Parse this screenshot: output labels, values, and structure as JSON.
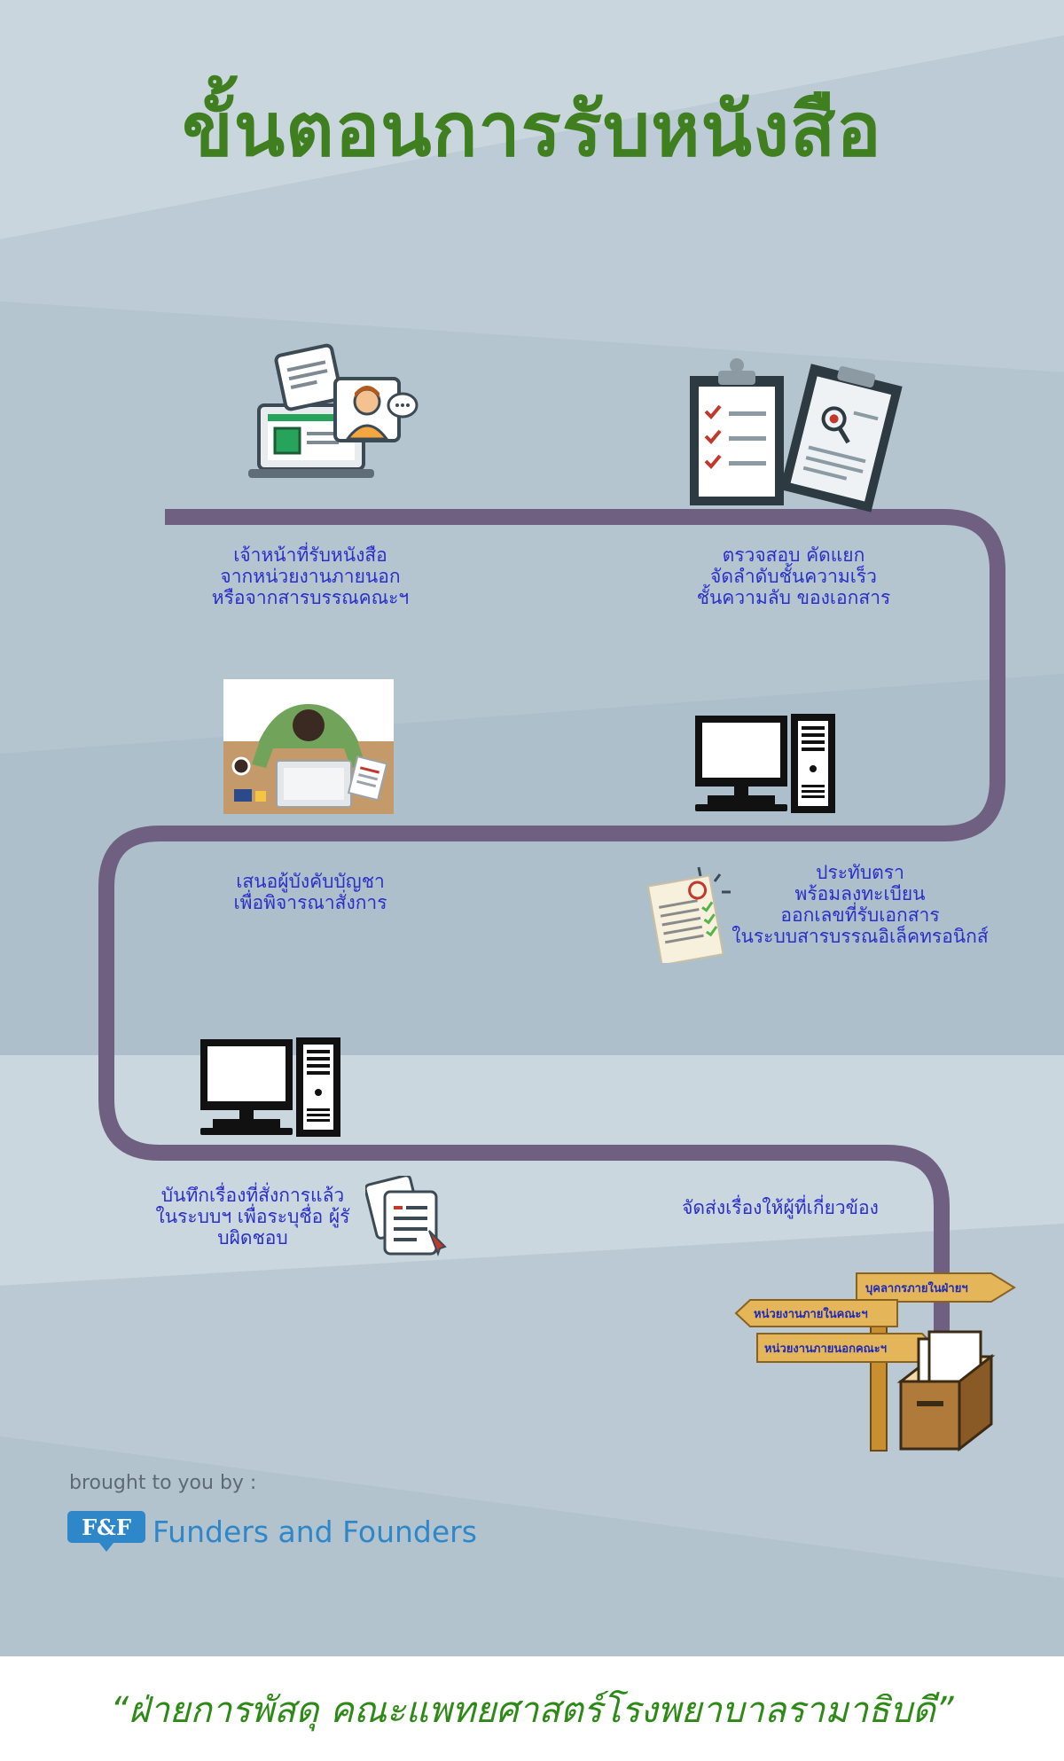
{
  "title": "ขั้นตอนการรับหนังสือ",
  "colors": {
    "title": "#3f7f1f",
    "step_text": "#2a2fc9",
    "path": "#6f5f80",
    "footer_text": "#2e8a16",
    "brand": "#2e87c9"
  },
  "steps": [
    {
      "lines": [
        "เจ้าหน้าที่รับหนังสือ",
        "จากหน่วยงานภายนอก",
        "หรือจากสารบรรณคณะฯ"
      ],
      "icon": "laptop-document-person-icon"
    },
    {
      "lines": [
        "ตรวจสอบ คัดแยก",
        "จัดลำดับชั้นความเร็ว",
        "ชั้นความลับ ของเอกสาร"
      ],
      "icon": "clipboard-checklist-icon"
    },
    {
      "lines": [
        "ประทับตรา",
        "พร้อมลงทะเบียน",
        "ออกเลขที่รับเอกสาร",
        "ในระบบสารบรรณอิเล็คทรอนิกส์"
      ],
      "icon": "computer-icon"
    },
    {
      "lines": [
        "เสนอผู้บังคับบัญชา",
        "เพื่อพิจารณาสั่งการ"
      ],
      "icon": "person-at-desk-icon"
    },
    {
      "lines": [
        "บันทึกเรื่องที่สั่งการแล้ว",
        "ในระบบฯ เพื่อระบุชื่อ ผู้รั",
        "บผิดชอบ"
      ],
      "icon": "computer-icon"
    },
    {
      "lines": [
        "จัดส่งเรื่องให้ผู้ที่เกี่ยวข้อง"
      ],
      "icon": "signpost-box-icon"
    }
  ],
  "signpost": {
    "labels": [
      "บุคลากรภายในฝ่ายฯ",
      "หน่วยงานภายในคณะฯ",
      "หน่วยงานภายนอกคณะฯ"
    ]
  },
  "brand": {
    "brought_by": "brought to you by :",
    "logo_text": "F&F",
    "name": "Funders and Founders"
  },
  "footer": {
    "text": "“ฝ่ายการพัสดุ คณะแพทยศาสตร์โรงพยาบาลรามาธิบดี”"
  }
}
